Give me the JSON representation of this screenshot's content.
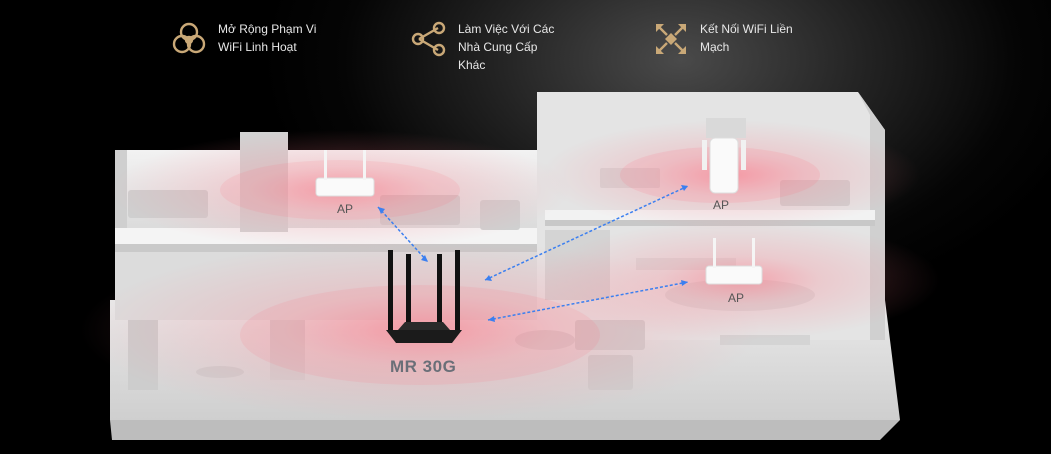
{
  "features": [
    {
      "icon": "rings-icon",
      "lines": [
        "Mở Rộng Phạm Vi",
        "WiFi Linh Hoạt"
      ]
    },
    {
      "icon": "share-nodes-icon",
      "lines": [
        "Làm Việc Với Các",
        "Nhà Cung Cấp",
        "Khác"
      ]
    },
    {
      "icon": "expand-arrows-icon",
      "lines": [
        "Kết Nối WiFi Liền",
        "Mạch"
      ]
    }
  ],
  "scene": {
    "ap_labels": [
      "AP",
      "AP",
      "AP"
    ],
    "router_label": "MR 30G"
  },
  "colors": {
    "accent_gold": "#c9a877",
    "signal_pink": "#ff5a6e",
    "link_blue": "#3b7ff0",
    "house": "#e6e6e6"
  }
}
